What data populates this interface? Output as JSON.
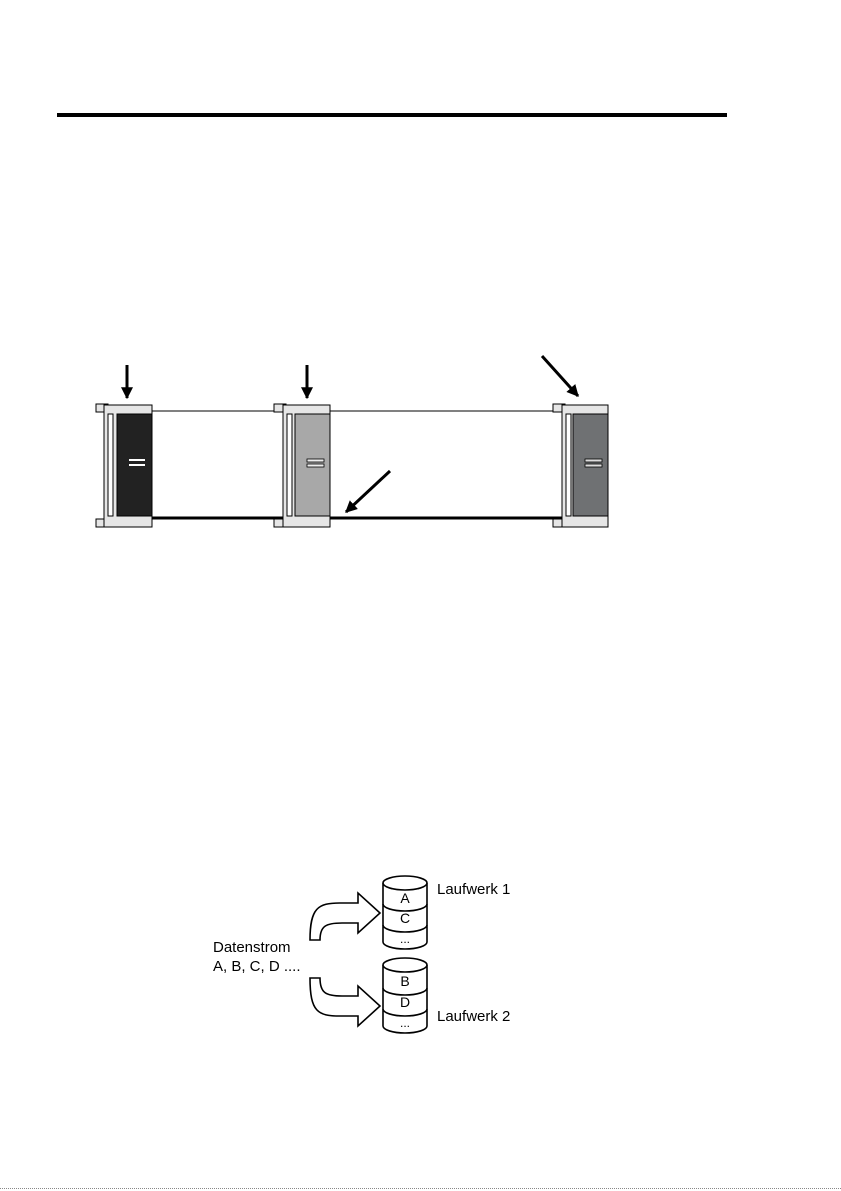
{
  "cable_figure": {
    "connector_colors": {
      "controller": "#222222",
      "middle": "#a8a8a8",
      "end": "#6f7173"
    }
  },
  "striping_figure": {
    "stream_line1": "Datenstrom",
    "stream_line2": "A, B, C, D ....",
    "drive1": {
      "label": "Laufwerk 1",
      "blocks": [
        "A",
        "C",
        "..."
      ]
    },
    "drive2": {
      "label": "Laufwerk 2",
      "blocks": [
        "B",
        "D",
        "..."
      ]
    }
  }
}
